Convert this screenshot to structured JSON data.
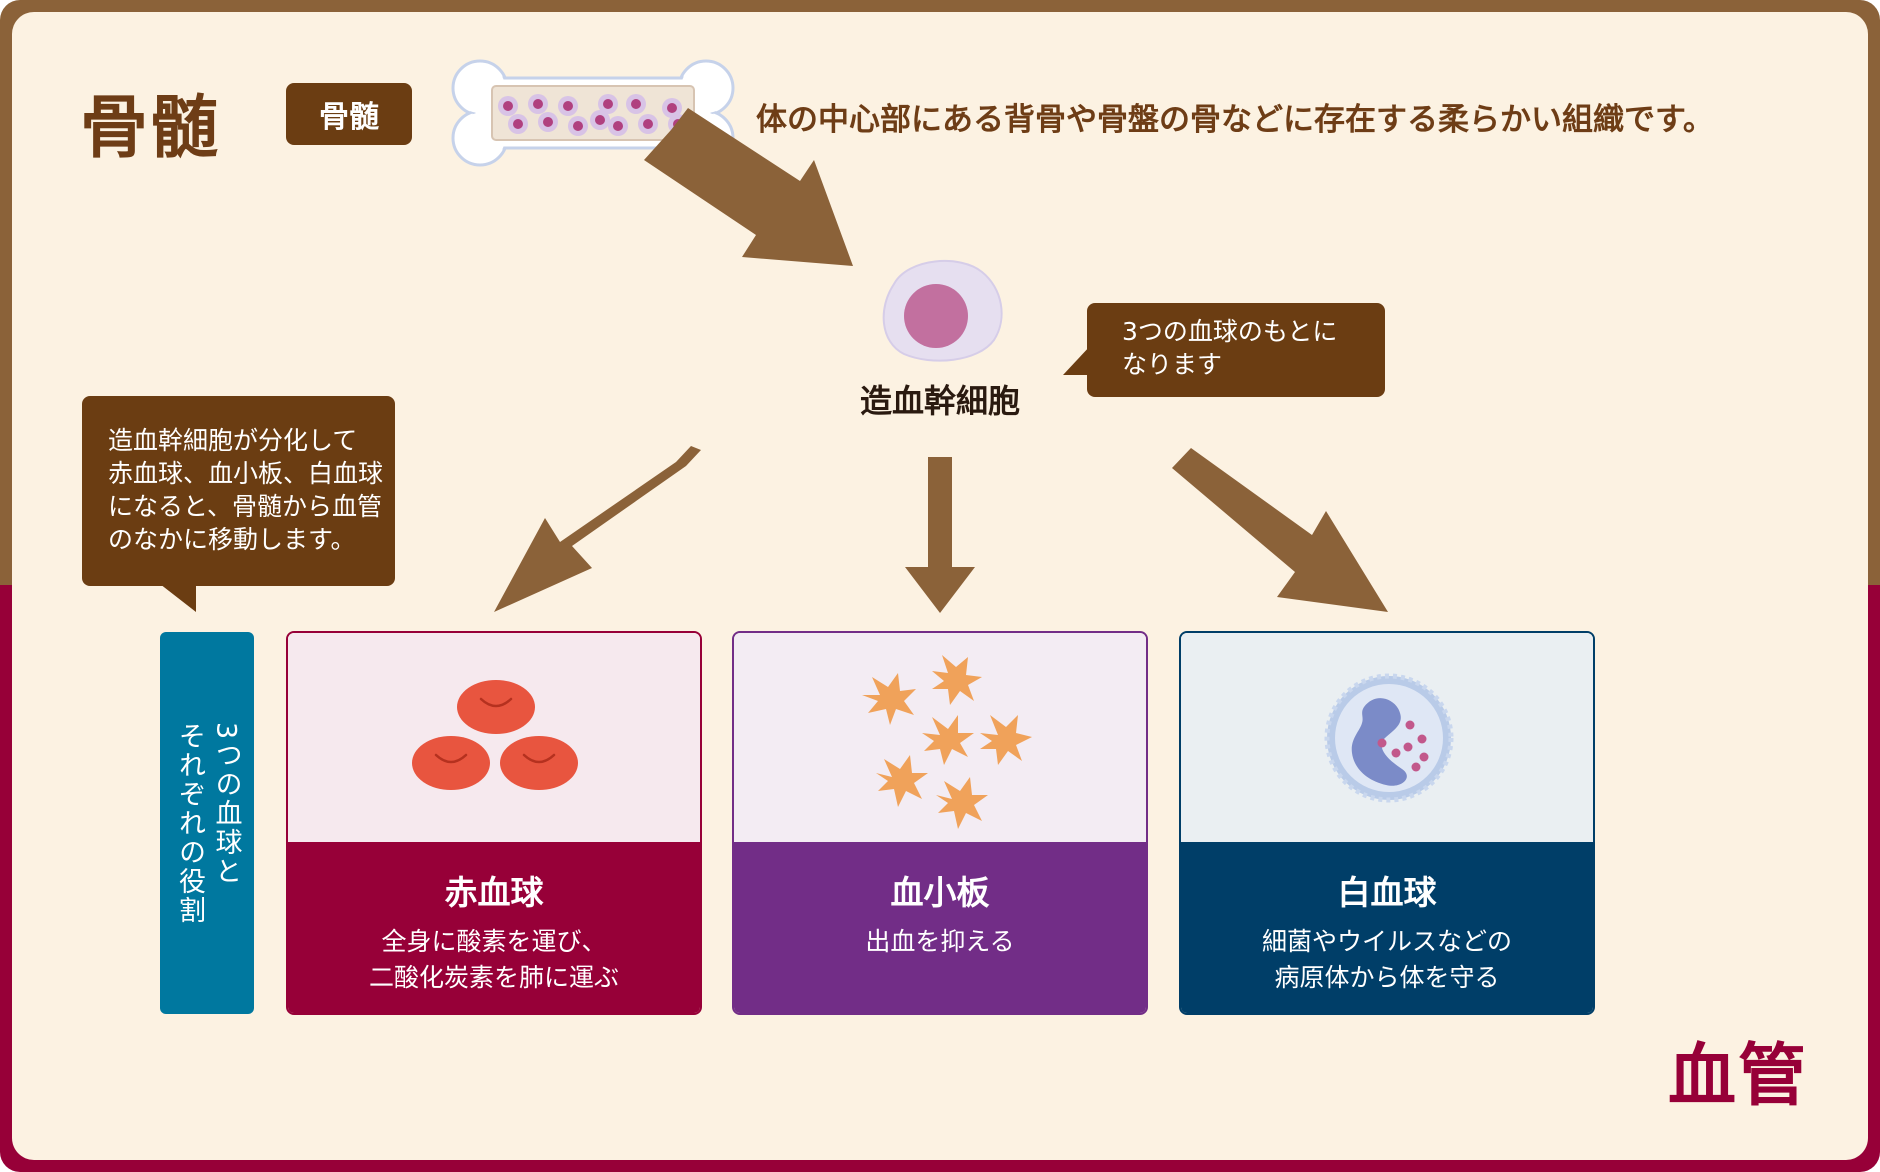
{
  "colors": {
    "frame_brown": "#8b6239",
    "frame_crimson": "#970038",
    "background": "#fcf2e2",
    "bubble": "#6b3d12",
    "arrow": "#8b6239",
    "side_label": "#00789f",
    "rbc": "#970038",
    "platelet": "#722d87",
    "wbc": "#003e68"
  },
  "bone_marrow": {
    "title": "骨髄",
    "tag": "骨髄",
    "description": "体の中心部にある背骨や骨盤の骨などに存在する柔らかい組織です。"
  },
  "stem_cell": {
    "label": "造血幹細胞",
    "bubble_lines": [
      "3つの血球のもとに",
      "なります"
    ]
  },
  "differentiation_note": {
    "lines": [
      "造血幹細胞が分化して",
      "赤血球、血小板、白血球",
      "になると、骨髄から血管",
      "のなかに移動します。"
    ]
  },
  "roles_label": {
    "lines": [
      "3つの血球と",
      "それぞれの役割"
    ]
  },
  "cells": [
    {
      "name": "赤血球",
      "desc_lines": [
        "全身に酸素を運び、",
        "二酸化炭素を肺に運ぶ"
      ],
      "icon": "red-blood-cells-icon"
    },
    {
      "name": "血小板",
      "desc_lines": [
        "出血を抑える"
      ],
      "icon": "platelets-icon"
    },
    {
      "name": "白血球",
      "desc_lines": [
        "細菌やウイルスなどの",
        "病原体から体を守る"
      ],
      "icon": "white-blood-cell-icon"
    }
  ],
  "blood_vessel": {
    "title": "血管"
  }
}
